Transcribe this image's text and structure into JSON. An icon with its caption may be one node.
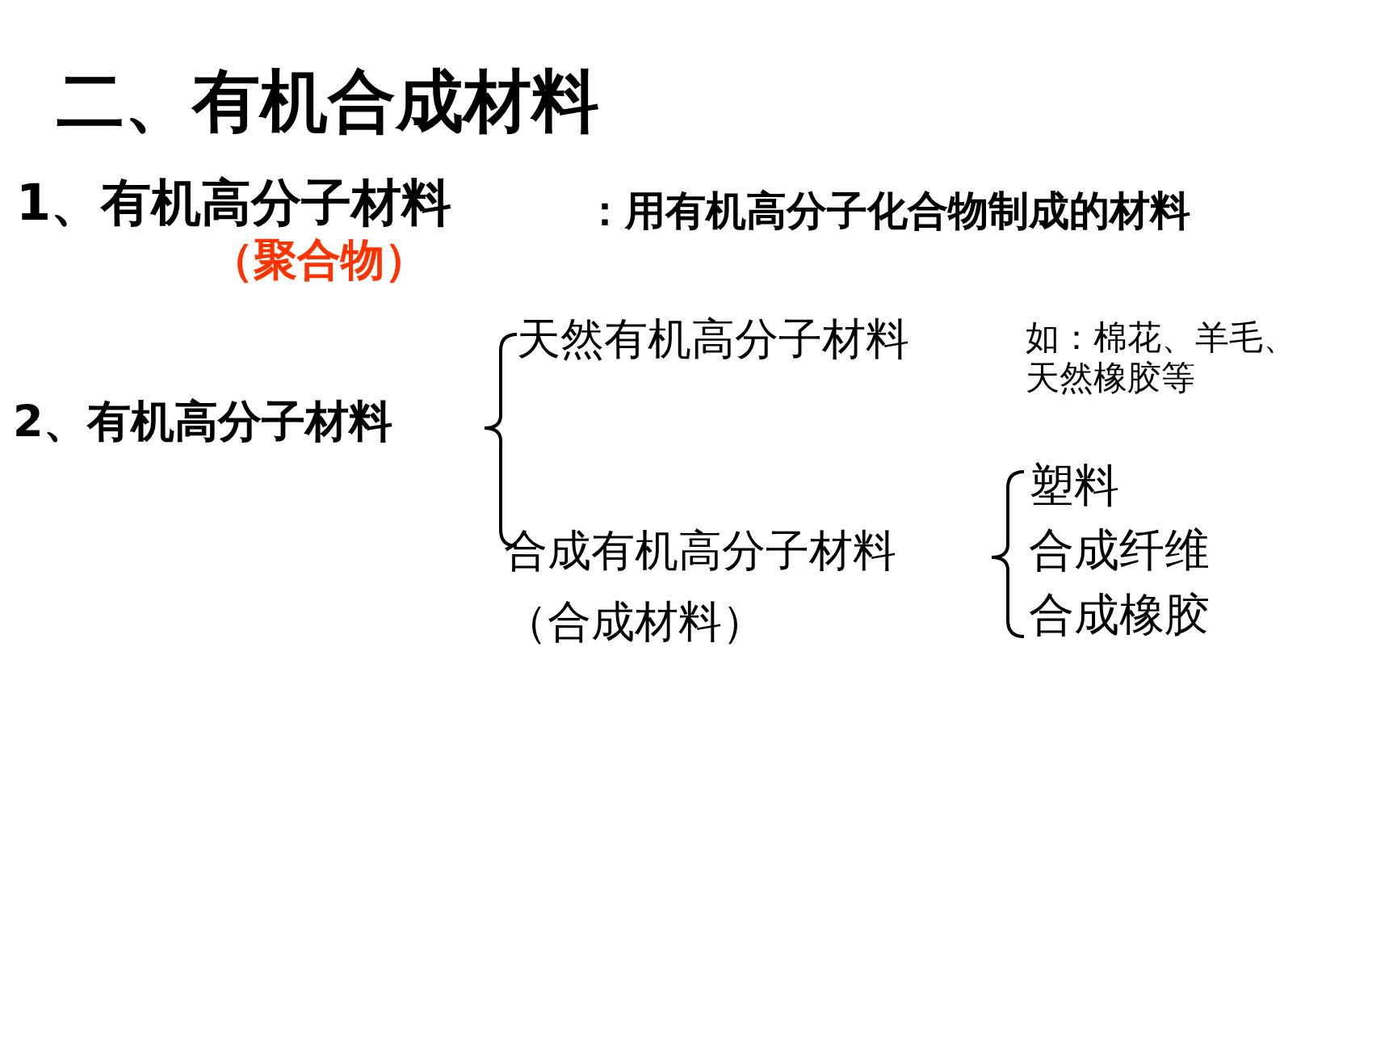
{
  "diagram": {
    "title": "二、有机合成材料",
    "labels": [
      "1、有机高分子材料",
      "：用有机高分子化合物制成的材料",
      "（聚合物）",
      "2、有机高分子材料",
      "天然有机高分子材料",
      "如：棉花、羊毛、天然橡胶等",
      "合成有机高分子材料",
      "（合成材料）",
      "塑料",
      "合成纤维",
      "合成橡胶"
    ]
  }
}
